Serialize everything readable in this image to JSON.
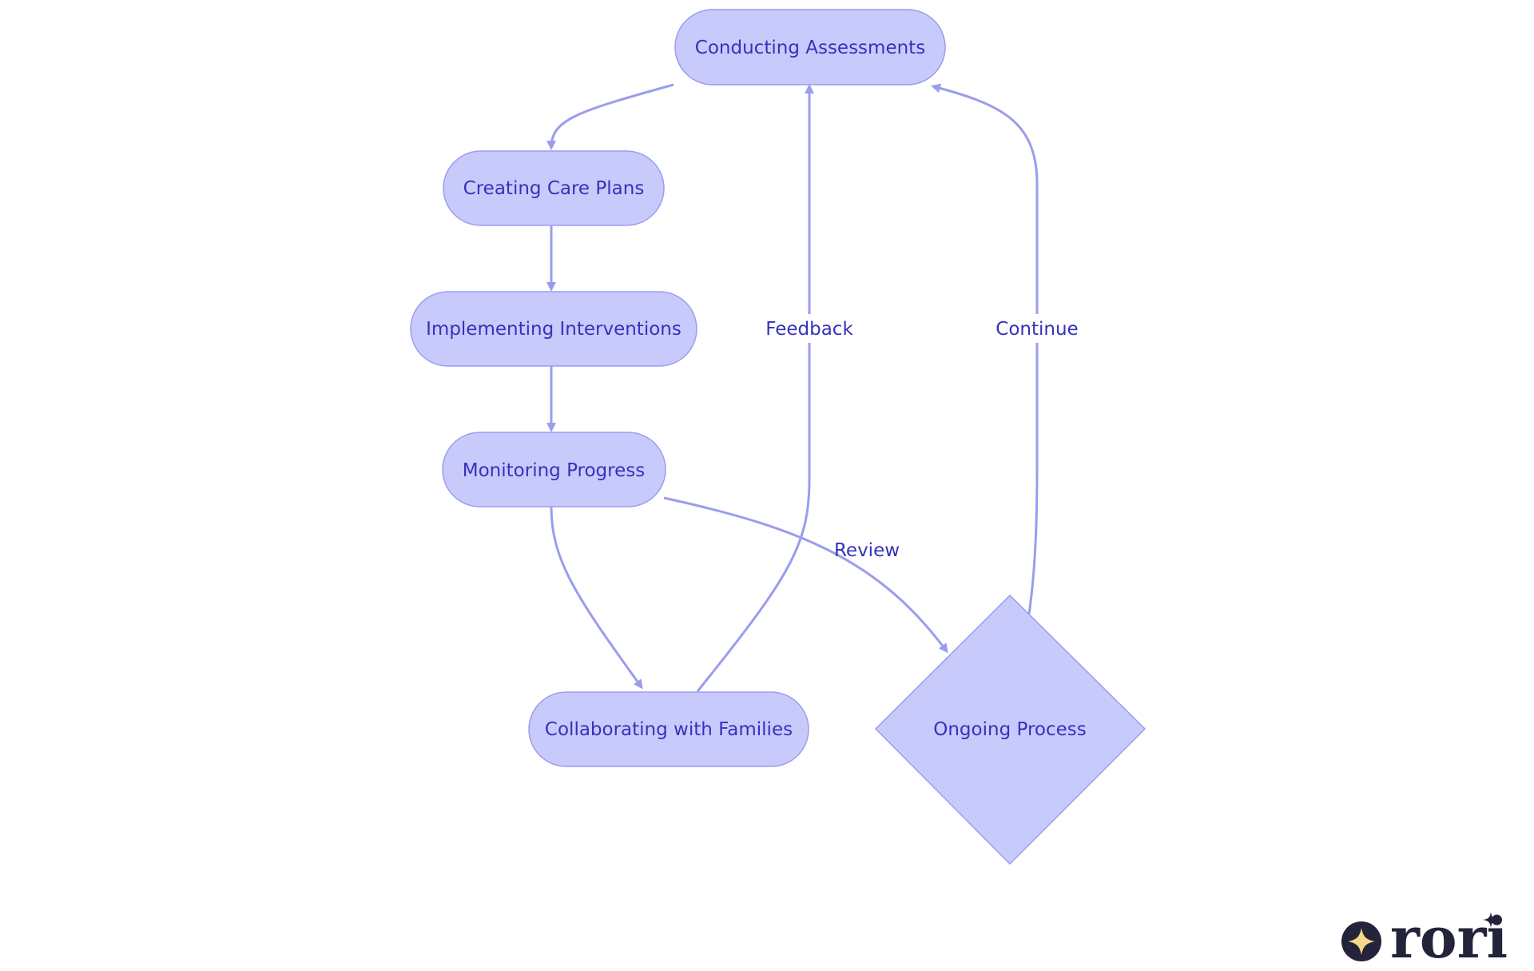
{
  "diagram": {
    "nodes": {
      "conducting_assessments": "Conducting Assessments",
      "creating_care_plans": "Creating Care Plans",
      "implementing_interventions": "Implementing Interventions",
      "monitoring_progress": "Monitoring Progress",
      "collaborating_with_families": "Collaborating with Families",
      "ongoing_process": "Ongoing Process"
    },
    "edges": {
      "feedback": "Feedback",
      "continue": "Continue",
      "review": "Review"
    },
    "colors": {
      "node_fill": "#c8cafc",
      "node_stroke": "#9a9ded",
      "edge": "#9a9ded",
      "text": "#3333bb",
      "logo_dark": "#23233a",
      "logo_accent": "#f4d78a"
    },
    "logo": {
      "text": "rori",
      "icon": "sparkle-icon"
    }
  }
}
